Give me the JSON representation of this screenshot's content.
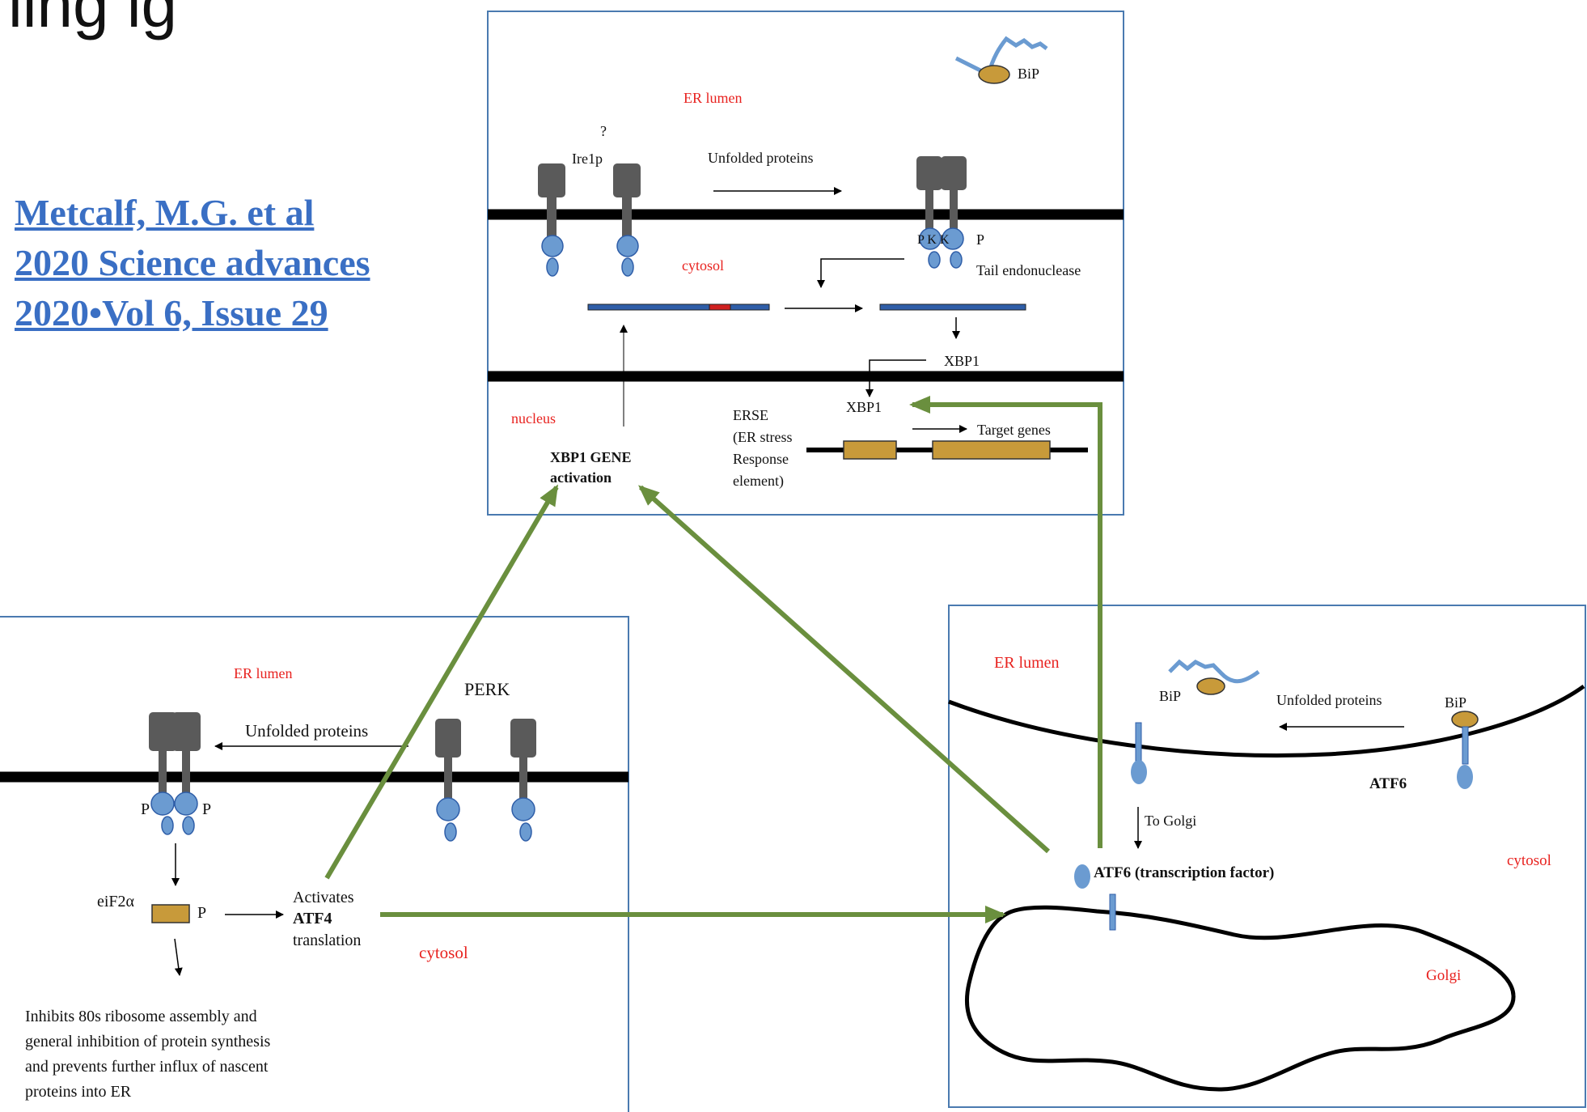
{
  "heading_fragment": "ling  lg",
  "citation": {
    "line1": "Metcalf, M.G. et al",
    "line2": "2020 Science advances",
    "line3": "2020•Vol 6, Issue 29",
    "color": "#3a6fc4"
  },
  "colors": {
    "membrane": "#000000",
    "receptor_body": "#5a5a5a",
    "domain_blue": "#6b9bd1",
    "bip_gold": "#c89a3a",
    "green_arrow": "#6a8f3e",
    "red_label": "#e8221f",
    "box_border": "#4a7ab0",
    "mrna_blue": "#2f5ea8",
    "intron_red": "#d02020"
  },
  "ire1_panel": {
    "er_lumen": "ER lumen",
    "bip": "BiP",
    "question": "?",
    "ire1p": "Ire1p",
    "unfolded": "Unfolded proteins",
    "cytosol": "cytosol",
    "p_k_k": "P K K",
    "p_right": "P",
    "tail": "Tail endonuclease",
    "xbp1_cyto": "XBP1",
    "xbp1_nuc": "XBP1",
    "nucleus": "nucleus",
    "xbp1_gene_1": "XBP1 GENE",
    "xbp1_gene_2": "activation",
    "erse_1": "ERSE",
    "erse_2": "(ER stress",
    "erse_3": "Response",
    "erse_4": "element)",
    "target": "Target genes"
  },
  "perk_panel": {
    "er_lumen": "ER lumen",
    "perk": "PERK",
    "unfolded": "Unfolded proteins",
    "p_left": "P",
    "p_right": "P",
    "eif2a": "eiF2α",
    "eif_p": "P",
    "activates": "Activates",
    "atf4": "ATF4",
    "translation": "translation",
    "cytosol": "cytosol",
    "inhibits_1": "Inhibits 80s ribosome assembly and",
    "inhibits_2": "general inhibition of protein synthesis",
    "inhibits_3": "and prevents further influx of nascent",
    "inhibits_4": "proteins into ER"
  },
  "atf6_panel": {
    "er_lumen": "ER lumen",
    "bip_left": "BiP",
    "unfolded": "Unfolded proteins",
    "bip_right": "BiP",
    "atf6": "ATF6",
    "to_golgi": "To Golgi",
    "atf6_tf": "ATF6 (transcription factor)",
    "cytosol": "cytosol",
    "golgi": "Golgi"
  }
}
